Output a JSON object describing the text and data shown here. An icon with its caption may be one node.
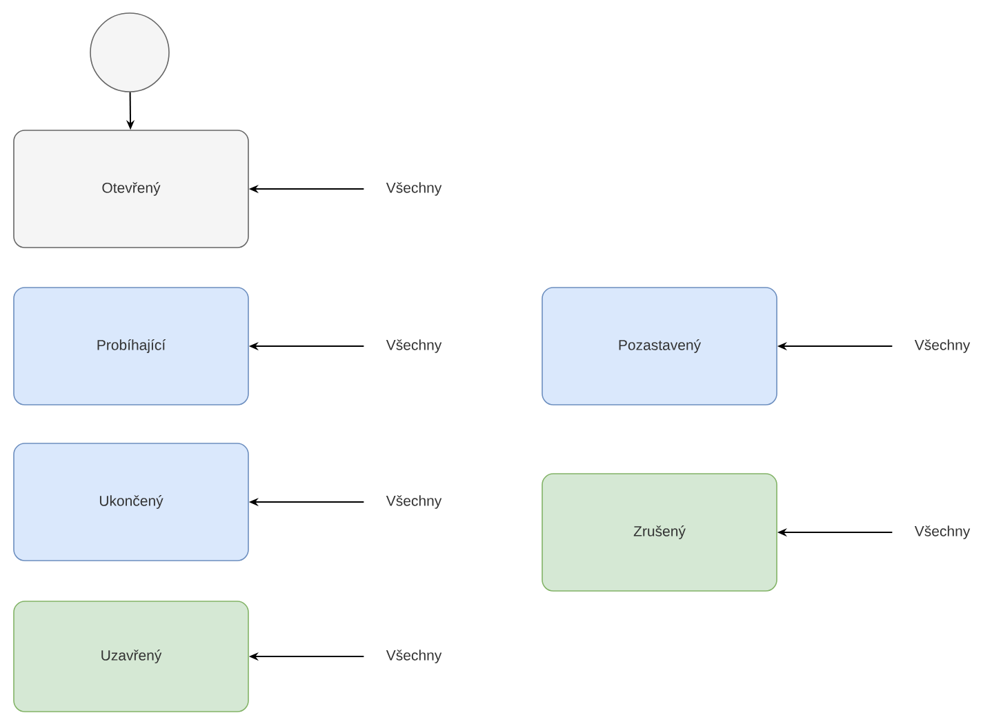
{
  "diagram": {
    "nodes": [
      {
        "text": [],
        "shape": "circle"
      },
      {
        "text": [
          "Otevřený"
        ]
      },
      {
        "text": [
          "Všechny"
        ]
      },
      {
        "text": [
          "Probíhající"
        ]
      },
      {
        "text": [
          "Všechny"
        ]
      },
      {
        "text": [
          "Pozastavený"
        ]
      },
      {
        "text": [
          "Všechny"
        ]
      },
      {
        "text": [
          "Ukončený"
        ]
      },
      {
        "text": [
          "Všechny"
        ]
      },
      {
        "text": [
          "Zrušený"
        ]
      },
      {
        "text": [
          "Všechny"
        ]
      },
      {
        "text": [
          "Uzavřený"
        ]
      },
      {
        "text": [
          "Všechny"
        ]
      }
    ],
    "edges": [
      {
        "from": 0,
        "to": 1,
        "arrow": "to"
      },
      {
        "from": 2,
        "to": 1,
        "arrow": "to"
      },
      {
        "from": 4,
        "to": 3,
        "arrow": "to"
      },
      {
        "from": 6,
        "to": 5,
        "arrow": "to"
      },
      {
        "from": 8,
        "to": 7,
        "arrow": "to"
      },
      {
        "from": 10,
        "to": 9,
        "arrow": "to"
      },
      {
        "from": 12,
        "to": 11,
        "arrow": "to"
      }
    ]
  }
}
